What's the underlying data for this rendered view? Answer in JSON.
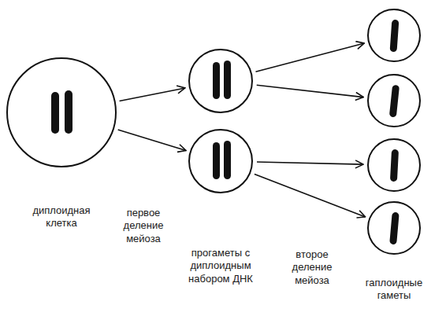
{
  "diagram": {
    "nodes": [
      {
        "text": [
          "диплоидная клетка"
        ]
      },
      {
        "text": []
      },
      {
        "text": [
          "прогаметы с диплоидным набором ДНК"
        ]
      },
      {
        "text": []
      },
      {
        "text": []
      },
      {
        "text": []
      },
      {
        "text": [
          "гаплоидные гаметы"
        ]
      }
    ],
    "edges": [
      {
        "from": 0,
        "to": 1,
        "arrow": "to"
      },
      {
        "from": 0,
        "to": 2,
        "arrow": "to"
      },
      {
        "from": 1,
        "to": 3,
        "arrow": "to"
      },
      {
        "from": 1,
        "to": 4,
        "arrow": "to"
      },
      {
        "from": 2,
        "to": 5,
        "arrow": "to"
      },
      {
        "from": 2,
        "to": 6,
        "arrow": "to"
      }
    ],
    "labels": [
      "первое деление мейоза",
      "второе деление мейоза"
    ]
  }
}
